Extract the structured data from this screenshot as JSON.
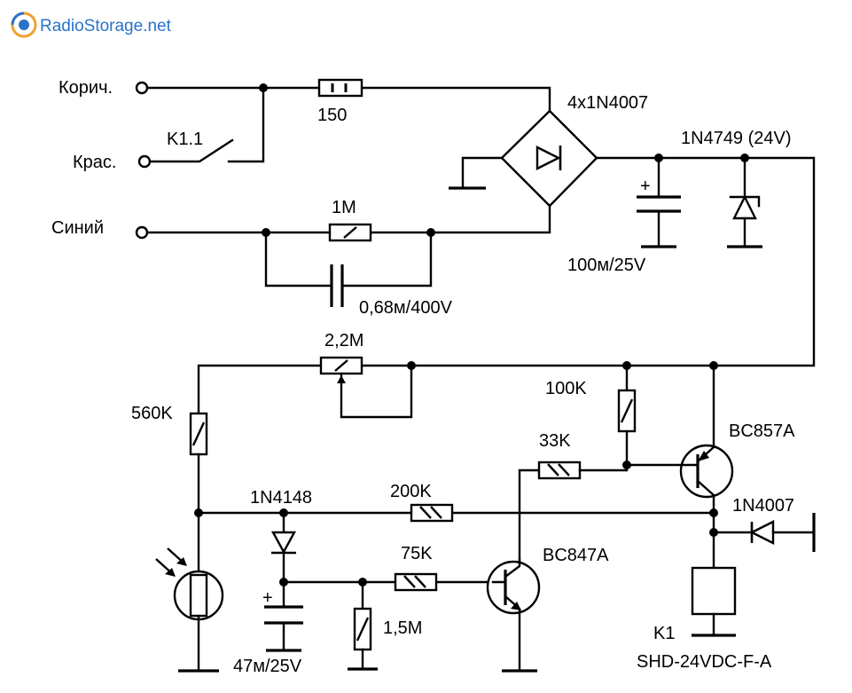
{
  "logo": {
    "text": "RadioStorage.net"
  },
  "terminals": {
    "brown": "Корич.",
    "red": "Крас.",
    "blue": "Синий"
  },
  "components": {
    "k1_contact": "K1.1",
    "r_150": "150",
    "bridge": "4x1N4007",
    "zener": "1N4749 (24V)",
    "c_100u": "100м/25V",
    "r_1m": "1M",
    "c_068u": "0,68м/400V",
    "pot_2m2": "2,2M",
    "r_560k": "560K",
    "r_100k": "100K",
    "r_33k": "33K",
    "q_bc857": "BC857A",
    "d_1n4148": "1N4148",
    "r_200k": "200K",
    "d_1n4007": "1N4007",
    "r_75k": "75K",
    "q_bc847": "BC847A",
    "c_47u": "47м/25V",
    "r_1m5": "1,5M",
    "relay_ref": "K1",
    "relay_model": "SHD-24VDC-F-A",
    "plus_sign": "+"
  },
  "colors": {
    "ink": "#000000",
    "logo_blue": "#2a73c9",
    "logo_orange": "#f0a030"
  }
}
